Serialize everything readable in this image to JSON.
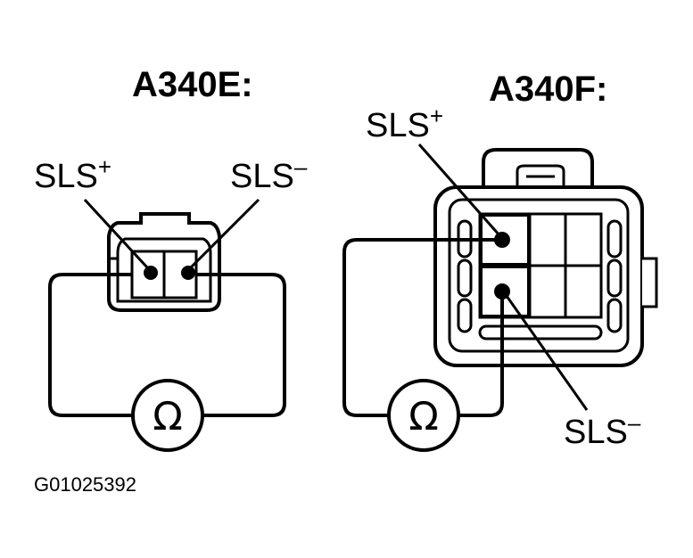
{
  "left_diagram": {
    "title": "A340E:",
    "pos_label": "SLS",
    "pos_sign": "+",
    "neg_label": "SLS",
    "neg_sign": "–",
    "meter_symbol": "Ω",
    "meter_icon": "ohmmeter-icon"
  },
  "right_diagram": {
    "title": "A340F:",
    "pos_label": "SLS",
    "pos_sign": "+",
    "neg_label": "SLS",
    "neg_sign": "–",
    "meter_symbol": "Ω",
    "meter_icon": "ohmmeter-icon"
  },
  "figure_code": "G01025392",
  "colors": {
    "ink": "#000000",
    "paper": "#ffffff"
  }
}
